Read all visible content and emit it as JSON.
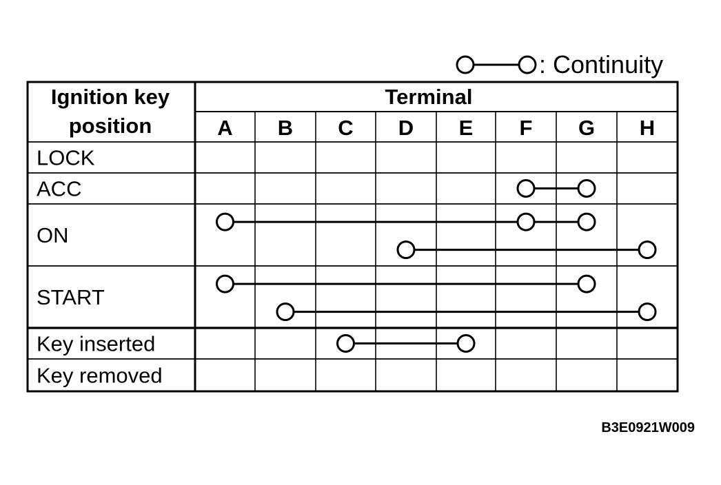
{
  "legend": {
    "label": ": Continuity"
  },
  "table": {
    "row_header": [
      "Ignition key",
      "position"
    ],
    "group_header": "Terminal",
    "terminals": [
      "A",
      "B",
      "C",
      "D",
      "E",
      "F",
      "G",
      "H"
    ],
    "rows": [
      {
        "label": "LOCK",
        "connections": []
      },
      {
        "label": "ACC",
        "connections": [
          [
            "F",
            "G"
          ]
        ]
      },
      {
        "label": "ON",
        "connections": [
          [
            "A",
            "F",
            "G"
          ],
          [
            "D",
            "H"
          ]
        ]
      },
      {
        "label": "START",
        "connections": [
          [
            "A",
            "G"
          ],
          [
            "B",
            "H"
          ]
        ]
      },
      {
        "label": "Key inserted",
        "connections": [
          [
            "C",
            "E"
          ]
        ]
      },
      {
        "label": "Key removed",
        "connections": []
      }
    ]
  },
  "figure_code": "B3E0921W009"
}
